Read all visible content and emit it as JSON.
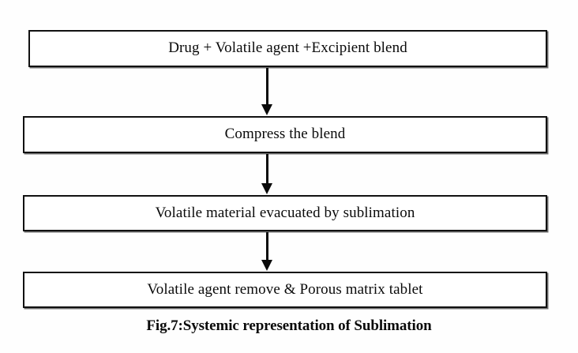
{
  "figure": {
    "caption": "Fig.7:Systemic representation of Sublimation",
    "background_color": "#fefefe",
    "line_color": "#0a0a0a",
    "box_border_color": "#111111",
    "box_fill_color": "#ffffff",
    "shadow_color": "#6e6e6e"
  },
  "flowchart": {
    "type": "vertical-process-flow",
    "steps": [
      {
        "index": 1,
        "label": "Drug + Volatile agent +Excipient blend"
      },
      {
        "index": 2,
        "label": "Compress the blend"
      },
      {
        "index": 3,
        "label": "Volatile material evacuated by sublimation"
      },
      {
        "index": 4,
        "label": "Volatile agent remove & Porous matrix tablet"
      }
    ],
    "connectors": [
      {
        "from": 1,
        "to": 2,
        "shape": "down-arrow"
      },
      {
        "from": 2,
        "to": 3,
        "shape": "down-arrow"
      },
      {
        "from": 3,
        "to": 4,
        "shape": "down-arrow"
      }
    ]
  }
}
